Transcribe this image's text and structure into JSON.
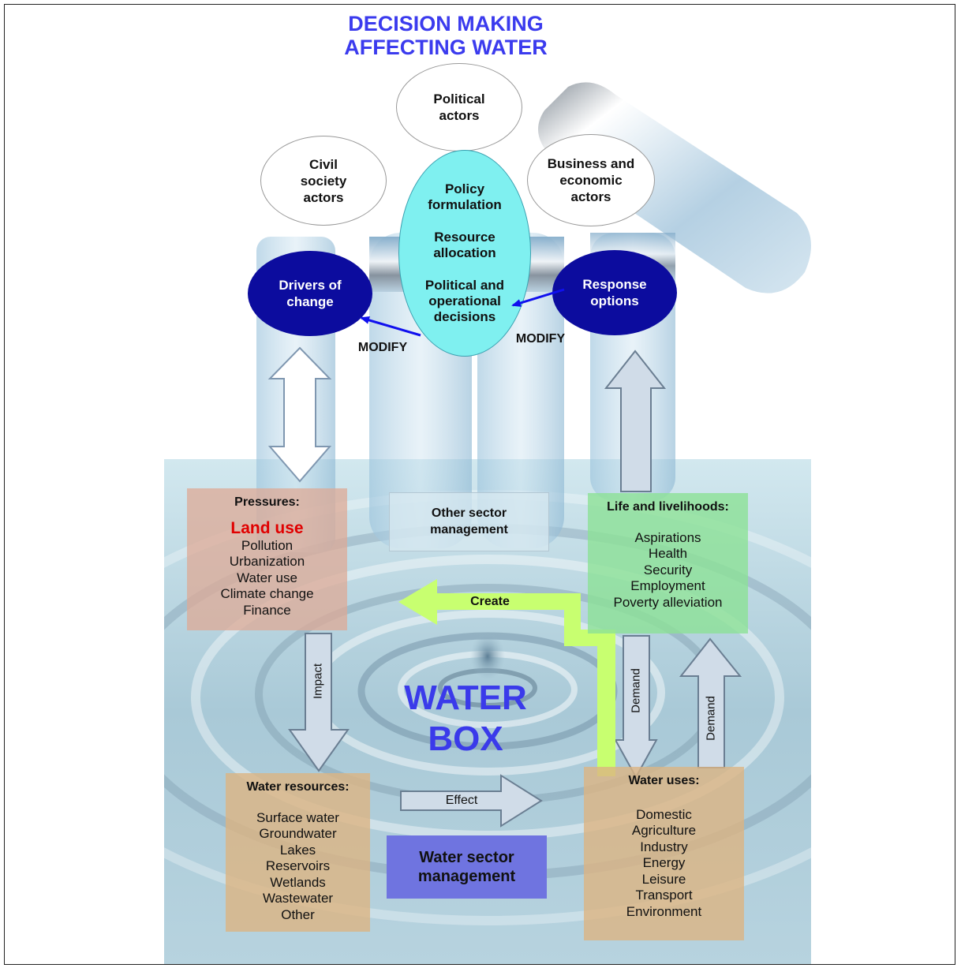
{
  "title": {
    "line1": "DECISION MAKING",
    "line2": "AFFECTING WATER"
  },
  "actors": {
    "political": {
      "line1": "Political",
      "line2": "actors"
    },
    "civil": {
      "line1": "Civil",
      "line2": "society",
      "line3": "actors"
    },
    "business": {
      "line1": "Business and",
      "line2": "economic",
      "line3": "actors"
    }
  },
  "policy": {
    "l1": "Policy",
    "l2": "formulation",
    "l3": "Resource",
    "l4": "allocation",
    "l5": "Political and",
    "l6": "operational",
    "l7": "decisions"
  },
  "drivers": {
    "line1": "Drivers of",
    "line2": "change"
  },
  "response": {
    "line1": "Response",
    "line2": "options"
  },
  "modify_left": "MODIFY",
  "modify_right": "MODIFY",
  "pressures": {
    "heading": "Pressures:",
    "highlight": "Land use",
    "items": [
      "Pollution",
      "Urbanization",
      "Water use",
      "Climate change",
      "Finance"
    ]
  },
  "other_sector": {
    "line1": "Other sector",
    "line2": "management"
  },
  "life": {
    "heading": "Life and livelihoods:",
    "items": [
      "Aspirations",
      "Health",
      "Security",
      "Employment",
      "Poverty alleviation"
    ]
  },
  "create_label": "Create",
  "impact_label": "Impact",
  "demand_left_label": "Demand",
  "demand_right_label": "Demand",
  "water_box": {
    "line1": "WATER",
    "line2": "BOX"
  },
  "water_resources": {
    "heading": "Water resources:",
    "items": [
      "Surface water",
      "Groundwater",
      "Lakes",
      "Reservoirs",
      "Wetlands",
      "Wastewater",
      "Other"
    ]
  },
  "effect_label": "Effect",
  "water_sector": {
    "line1": "Water sector",
    "line2": "management"
  },
  "water_uses": {
    "heading": "Water uses:",
    "items": [
      "Domestic",
      "Agriculture",
      "Industry",
      "Energy",
      "Leisure",
      "Transport",
      "Environment"
    ]
  },
  "colors": {
    "title": "#3b3bee",
    "dark_ellipse": "#0c0c9e",
    "policy_ellipse": "#7ff0f0",
    "land_use": "#e00000",
    "create_arrow": "#c8ff70",
    "water_sector_box": "#6f74e0",
    "water_box_text": "#3a3aea"
  }
}
